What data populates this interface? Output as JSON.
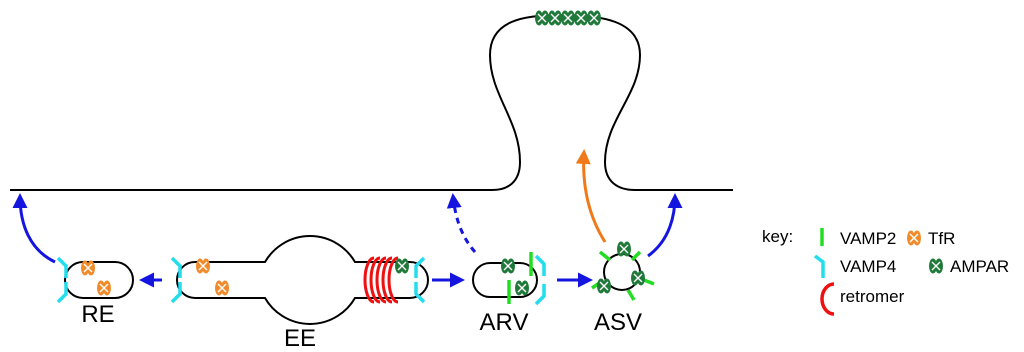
{
  "labels": {
    "re": "RE",
    "ee": "EE",
    "arv": "ARV",
    "asv": "ASV"
  },
  "key": {
    "title": "key:",
    "vamp2": "VAMP2",
    "tfr": "TfR",
    "vamp4": "VAMP4",
    "ampar": "AMPAR",
    "retromer": "retromer"
  },
  "colors": {
    "membrane": "#000000",
    "arrow_blue": "#1515e0",
    "arrow_orange": "#f07a1a",
    "vamp2": "#22dd22",
    "vamp4": "#22ddee",
    "tfr": "#f08a2a",
    "ampar": "#1f7a3a",
    "retromer": "#ee1111"
  }
}
